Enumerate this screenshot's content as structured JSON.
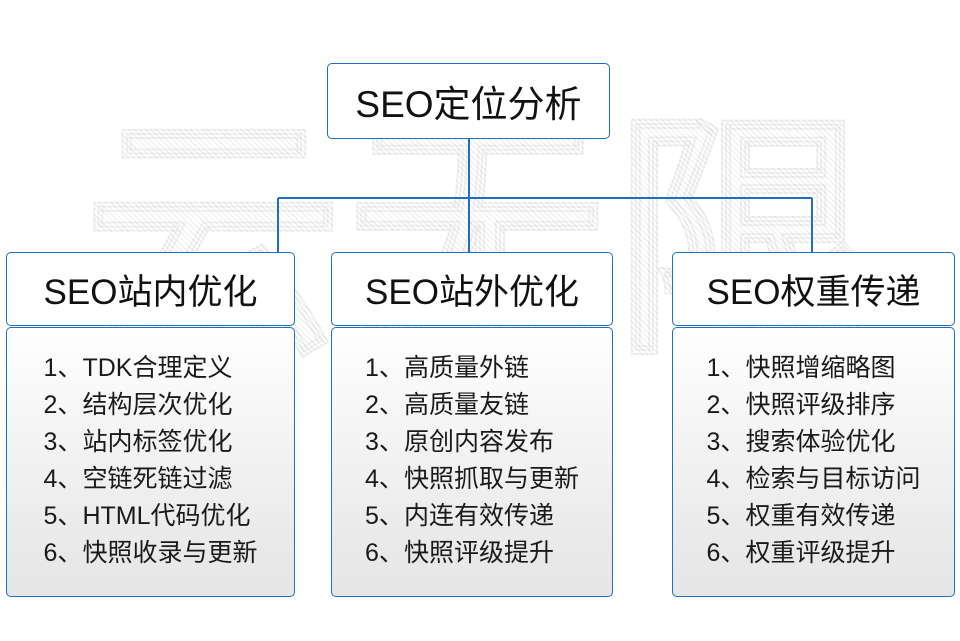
{
  "diagram": {
    "watermark_text": "云无限",
    "accent_color": "#1f6fc0",
    "text_color": "#111111",
    "root": {
      "title": "SEO定位分析"
    },
    "columns": [
      {
        "header": "SEO站内优化",
        "items": [
          {
            "index": "1、",
            "text": "TDK合理定义"
          },
          {
            "index": "2、",
            "text": "结构层次优化"
          },
          {
            "index": "3、",
            "text": "站内标签优化"
          },
          {
            "index": "4、",
            "text": "空链死链过滤"
          },
          {
            "index": "5、",
            "text": "HTML代码优化"
          },
          {
            "index": "6、",
            "text": "快照收录与更新"
          }
        ]
      },
      {
        "header": "SEO站外优化",
        "items": [
          {
            "index": "1、",
            "text": "高质量外链"
          },
          {
            "index": "2、",
            "text": "高质量友链"
          },
          {
            "index": "3、",
            "text": "原创内容发布"
          },
          {
            "index": "4、",
            "text": "快照抓取与更新"
          },
          {
            "index": "5、",
            "text": "内连有效传递"
          },
          {
            "index": "6、",
            "text": "快照评级提升"
          }
        ]
      },
      {
        "header": "SEO权重传递",
        "items": [
          {
            "index": "1、",
            "text": "快照增缩略图"
          },
          {
            "index": "2、",
            "text": "快照评级排序"
          },
          {
            "index": "3、",
            "text": "搜索体验优化"
          },
          {
            "index": "4、",
            "text": "检索与目标访问"
          },
          {
            "index": "5、",
            "text": "权重有效传递"
          },
          {
            "index": "6、",
            "text": "权重评级提升"
          }
        ]
      }
    ]
  }
}
